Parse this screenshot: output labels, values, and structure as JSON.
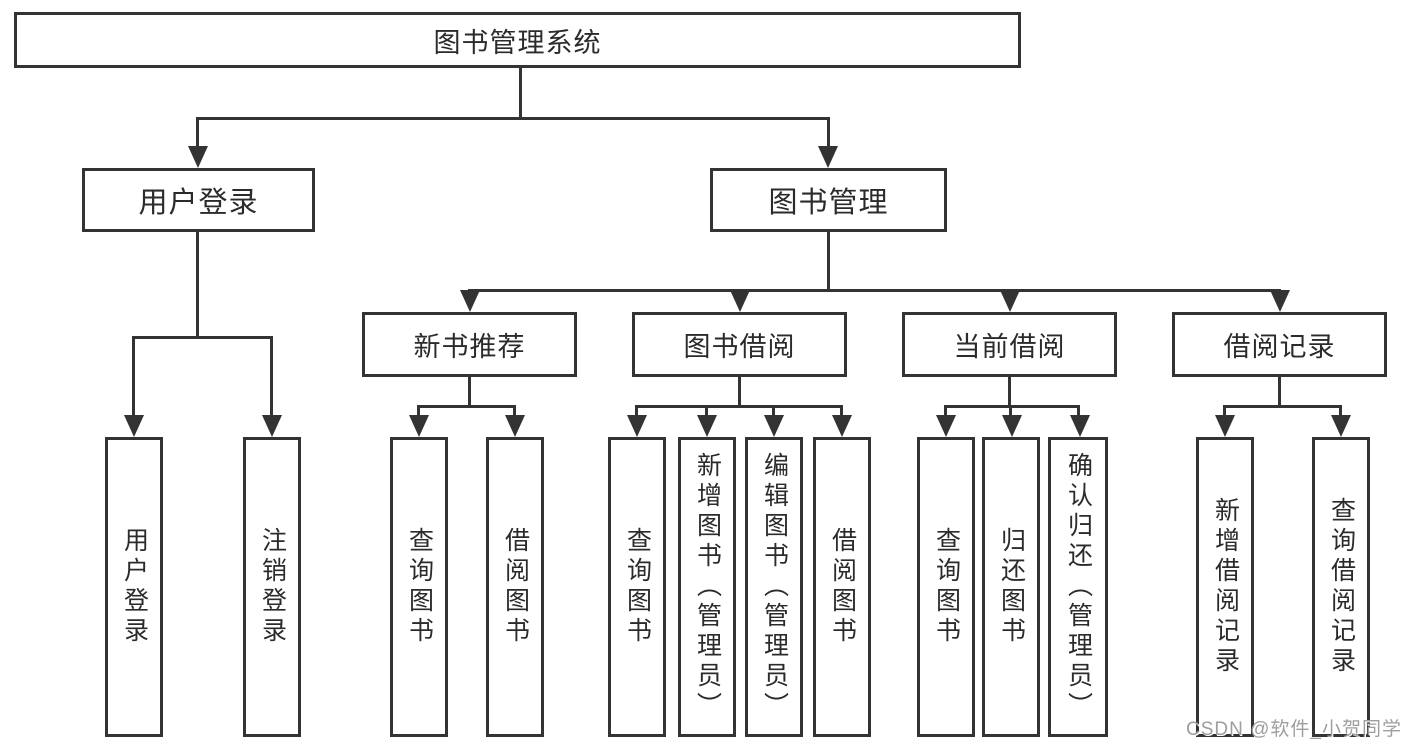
{
  "diagram_title": {
    "label": "图书管理系统"
  },
  "level2": {
    "user_login": {
      "label": "用户登录"
    },
    "book_mgmt": {
      "label": "图书管理"
    }
  },
  "level3": {
    "new_books": {
      "label": "新书推荐"
    },
    "book_borrow": {
      "label": "图书借阅"
    },
    "current_borrow": {
      "label": "当前借阅"
    },
    "borrow_records": {
      "label": "借阅记录"
    }
  },
  "leaves": {
    "user_login": "用户登录",
    "logout": "注销登录",
    "nb_query": "查询图书",
    "nb_borrow": "借阅图书",
    "bb_query": "查询图书",
    "bb_add": "新增图书（管理员）",
    "bb_edit": "编辑图书（管理员）",
    "bb_borrow": "借阅图书",
    "cb_query": "查询图书",
    "cb_return": "归还图书",
    "cb_confirm": "确认归还（管理员）",
    "br_add": "新增借阅记录",
    "br_query": "查询借阅记录"
  },
  "watermark": {
    "text": "CSDN @软件_小贺同学"
  },
  "colors": {
    "line": "#333333",
    "box_background": "#ffffff",
    "text": "#2b2b2b",
    "watermark": "#9e9e9e"
  }
}
